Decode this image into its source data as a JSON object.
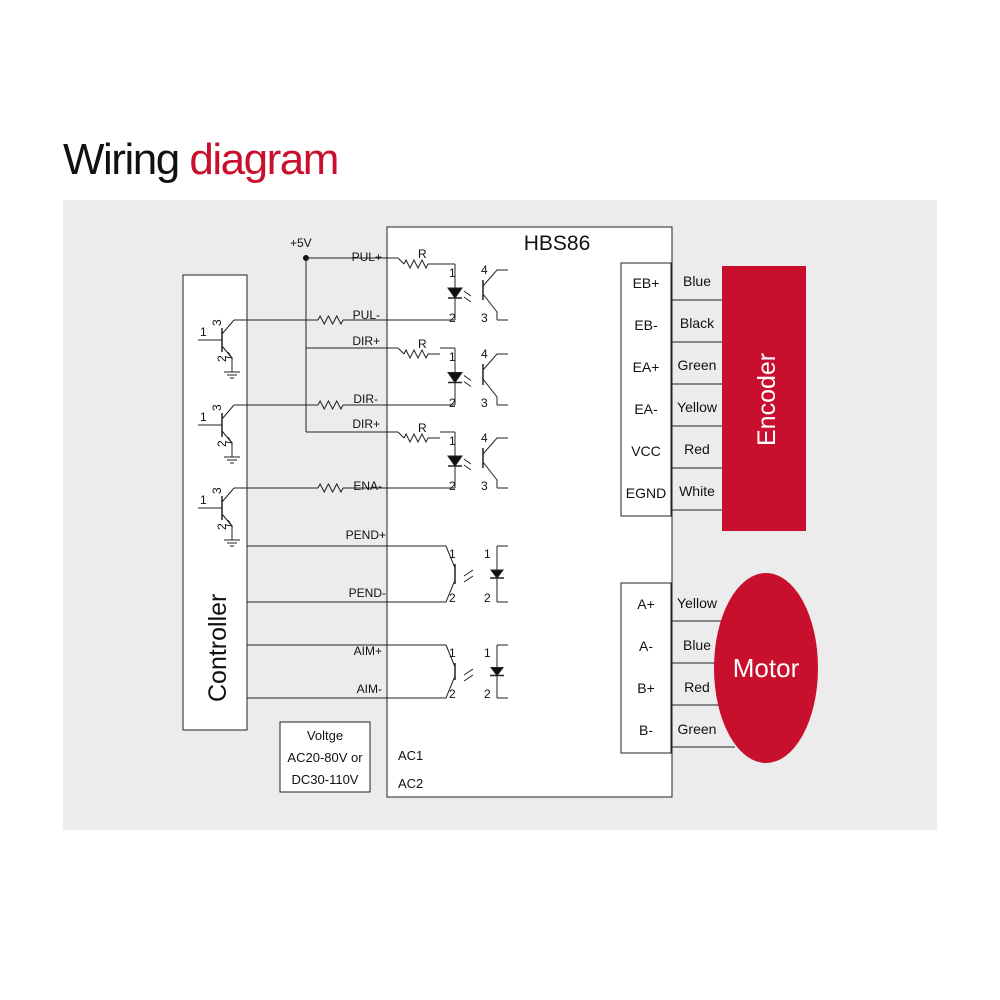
{
  "title": {
    "prefix": "Wiring",
    "accent": "diagram"
  },
  "colors": {
    "accent": "#c8102e",
    "panel_bg": "#ececec",
    "line": "#222222",
    "box_fill": "#ffffff"
  },
  "driver": {
    "name": "HBS86",
    "ac1": "AC1",
    "ac2": "AC2"
  },
  "supply": {
    "label": "+5V"
  },
  "controller": {
    "label": "Controller"
  },
  "voltage_box": {
    "line1": "Voltge",
    "line2": "AC20-80V or",
    "line3": "DC30-110V"
  },
  "resistor_label": "R",
  "signals": {
    "pul_plus": "PUL+",
    "pul_minus": "PUL-",
    "dir_plus_a": "DIR+",
    "dir_minus": "DIR-",
    "dir_plus_b": "DIR+",
    "ena_minus": "ENA-",
    "pend_plus": "PEND+",
    "pend_minus": "PEND-",
    "aim_plus": "AIM+",
    "aim_minus": "AIM-"
  },
  "pins": {
    "p1": "1",
    "p2": "2",
    "p3": "3",
    "p4": "4"
  },
  "encoder": {
    "label": "Encoder",
    "terminals": [
      "EB+",
      "EB-",
      "EA+",
      "EA-",
      "VCC",
      "EGND"
    ],
    "wires": [
      "Blue",
      "Black",
      "Green",
      "Yellow",
      "Red",
      "White"
    ]
  },
  "motor": {
    "label": "Motor",
    "terminals": [
      "A+",
      "A-",
      "B+",
      "B-"
    ],
    "wires": [
      "Yellow",
      "Blue",
      "Red",
      "Green"
    ]
  },
  "icons": {
    "ground": "ground-icon",
    "led": "led-diode-icon",
    "transistor": "transistor-icon",
    "resistor": "resistor-icon",
    "node": "junction-dot-icon"
  }
}
